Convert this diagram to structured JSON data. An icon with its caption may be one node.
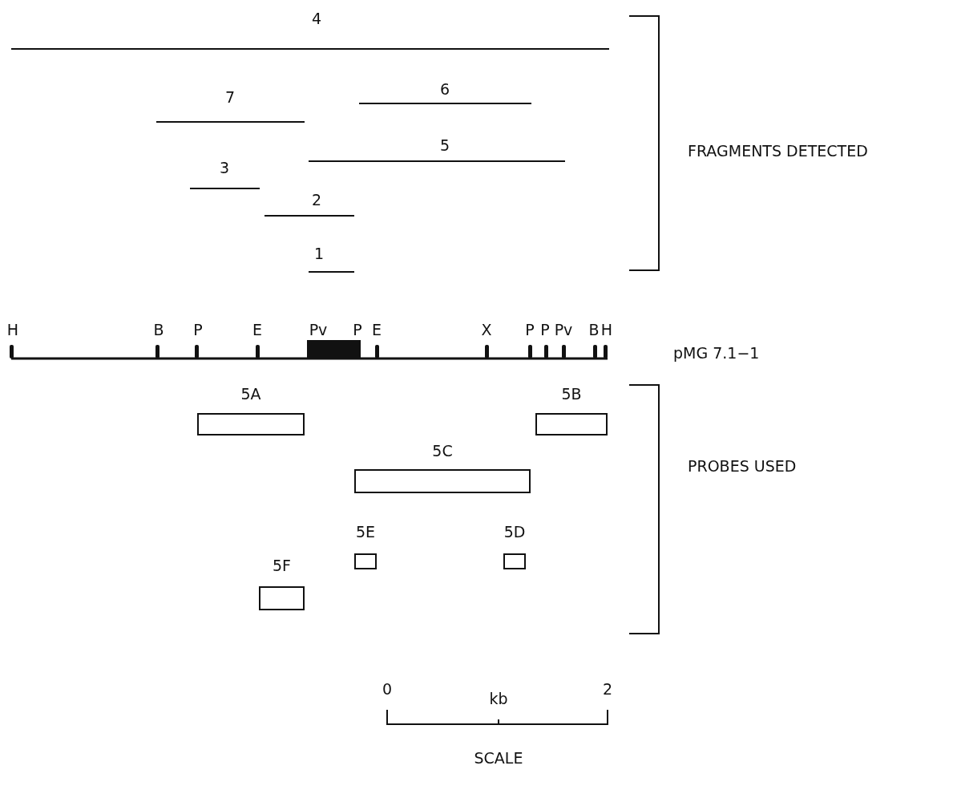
{
  "diagram": {
    "nodes": [
      {
        "text": [
          "5A"
        ]
      },
      {
        "text": [
          "5B"
        ]
      },
      {
        "text": [
          "5C"
        ]
      },
      {
        "text": [
          "5E"
        ]
      },
      {
        "text": [
          "5D"
        ]
      },
      {
        "text": [
          "5F"
        ]
      }
    ],
    "labels": [
      "4",
      "7",
      "6",
      "5",
      "3",
      "2",
      "1",
      "FRAGMENTS DETECTED",
      "H",
      "B",
      "P",
      "E",
      "Pv",
      "P",
      "E",
      "X",
      "P",
      "P",
      "Pv",
      "B",
      "H",
      "pMG 7.1−1",
      "PROBES USED",
      "0",
      "kb",
      "2",
      "SCALE"
    ]
  }
}
